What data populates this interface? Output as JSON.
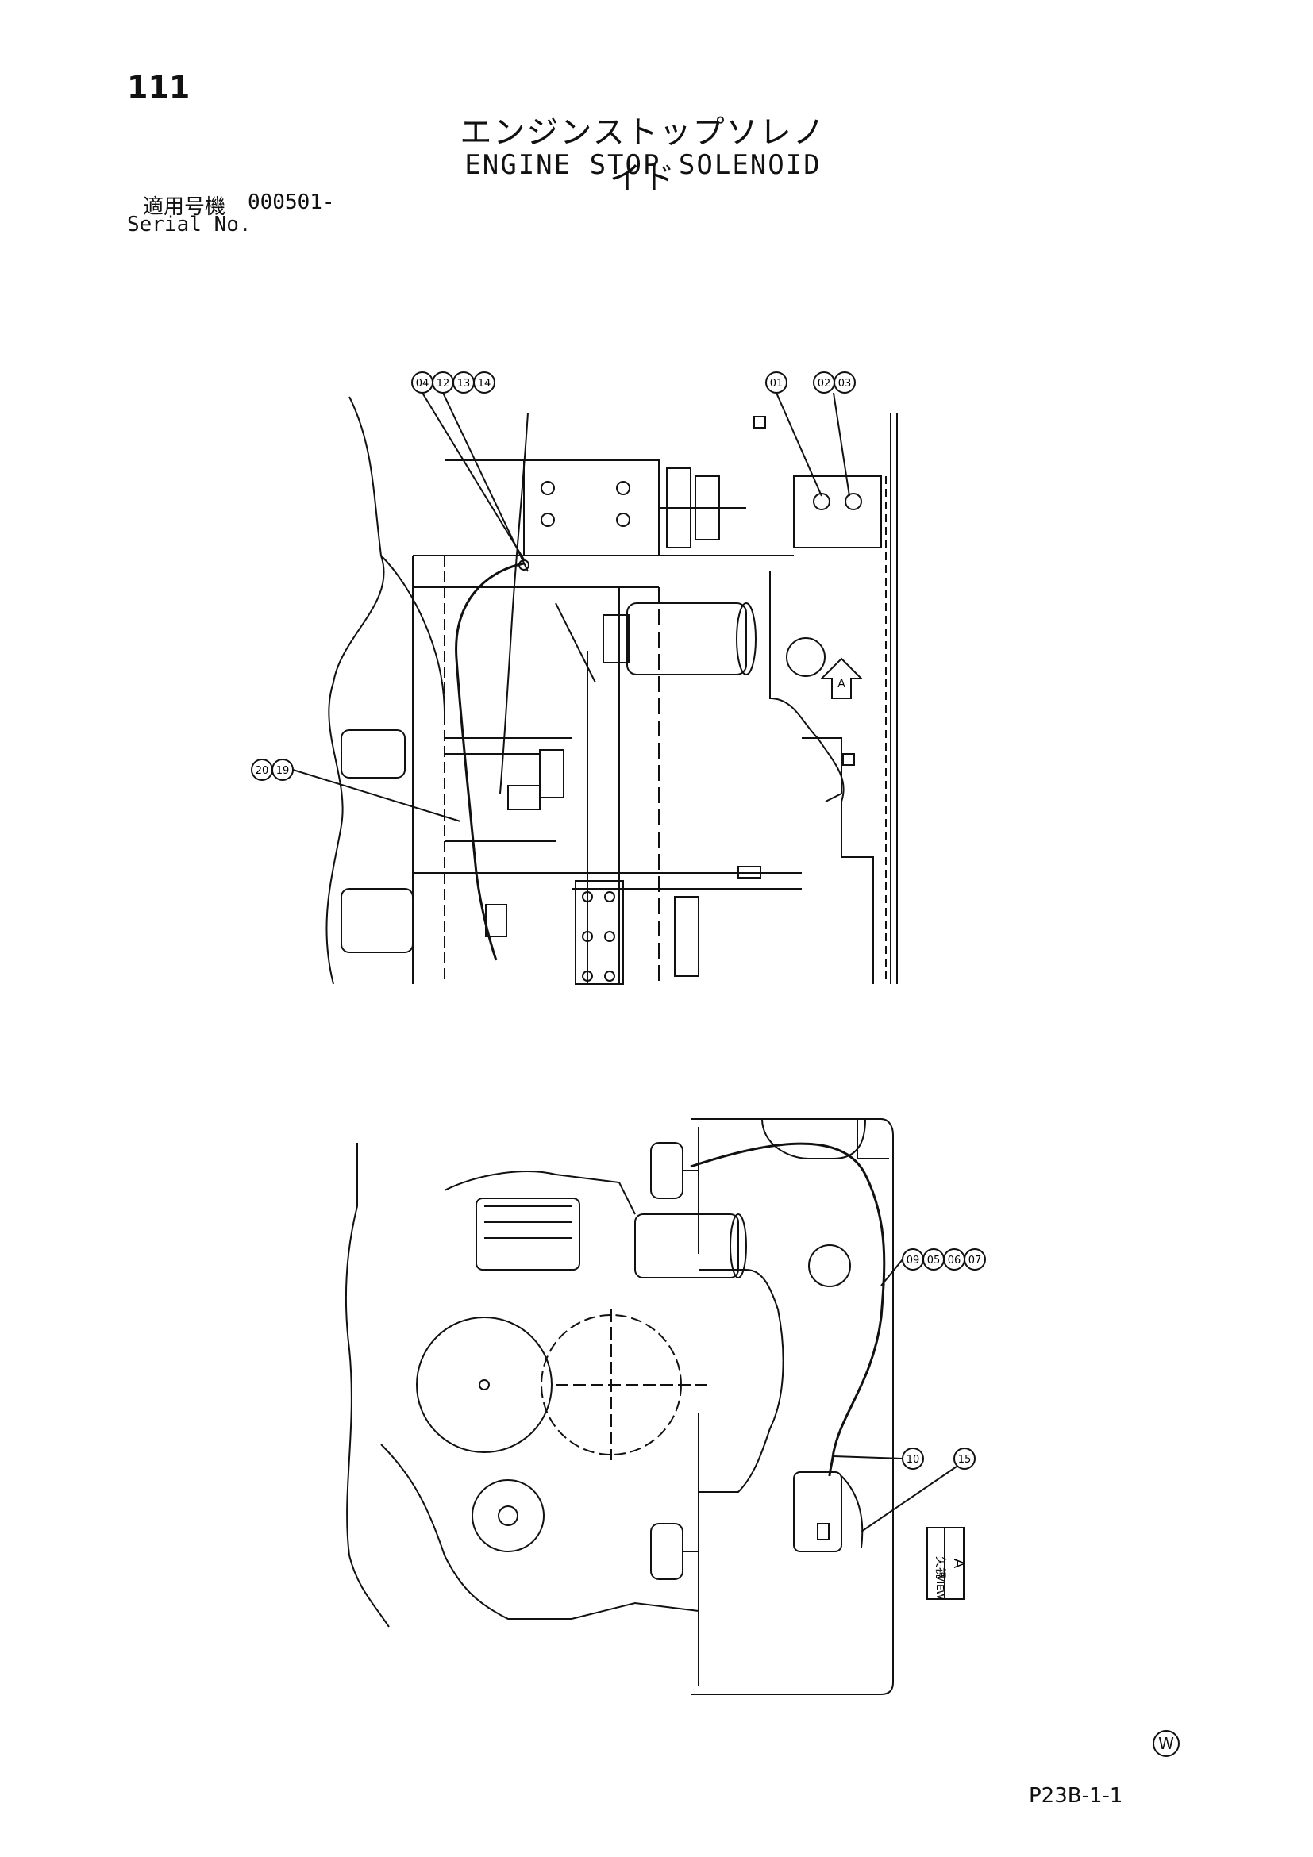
{
  "header": {
    "page_number": "111",
    "title_jp": "エンジンストップソレノイド",
    "title_en": "ENGINE STOP SOLENOID",
    "serial_label_jp": "適用号機",
    "serial_value": "000501-",
    "serial_label_en": "Serial No."
  },
  "top_view": {
    "callouts_group1": [
      "04",
      "12",
      "13",
      "14"
    ],
    "callouts_group2": [
      "01",
      "02",
      "03"
    ],
    "callouts_group3": [
      "20",
      "19"
    ],
    "arrow_label": "A"
  },
  "bottom_view": {
    "callouts_group1": [
      "09",
      "05",
      "06",
      "07"
    ],
    "callout_10": "10",
    "callout_15": "15",
    "view_label_jp": "矢視",
    "view_label_en": "VIEW",
    "view_letter": "A"
  },
  "footer": {
    "w_mark": "W",
    "page_code": "P23B-1-1"
  }
}
